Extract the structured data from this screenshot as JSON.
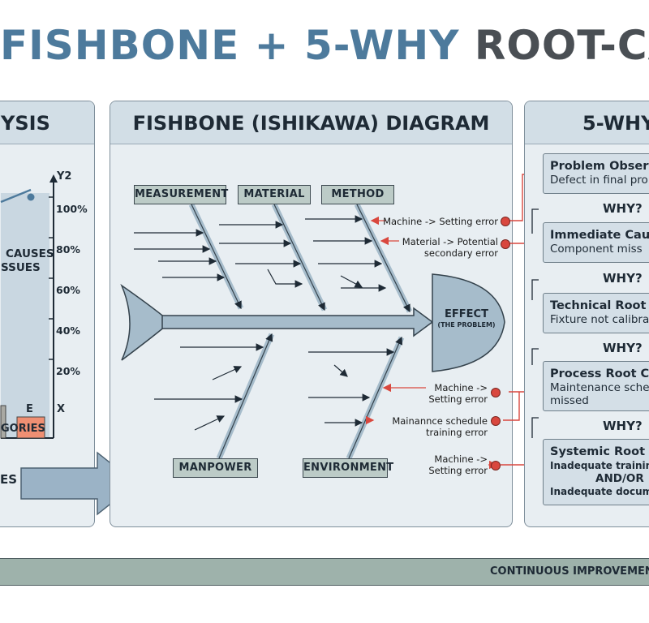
{
  "title": {
    "part1": "FISHBONE + 5-WHY ",
    "part2": "ROOT-CAUS"
  },
  "left_panel": {
    "header": "YSIS",
    "y2_label": "Y2",
    "y2_ticks": [
      "100%",
      "80%",
      "60%",
      "40%",
      "20%"
    ],
    "x_label": "X",
    "category_e": "E",
    "categories_label": "GORIES",
    "caption_line1": "CAUSES",
    "caption_line2": "SSUES",
    "arrow_text": "ES"
  },
  "fishbone": {
    "header": "FISHBONE (ISHIKAWA) DIAGRAM",
    "top_bones": [
      "MEASUREMENT",
      "MATERIAL",
      "METHOD"
    ],
    "bottom_bones": [
      "MANPOWER",
      "ENVIRONMENT"
    ],
    "effect_line1": "EFFECT",
    "effect_line2": "(THE PROBLEM)",
    "annotations": {
      "a1": "Machine -> Setting error",
      "a2_line1": "Material -> Potential",
      "a2_line2": "secondary error",
      "a3_line1": "Machine ->",
      "a3_line2": "Setting error",
      "a4_line1": "Mainannce schedule",
      "a4_line2": "training error",
      "a5_line1": "Machine ->",
      "a5_line2": "Setting error"
    }
  },
  "five_why": {
    "header": "5-WHY",
    "why_label": "WHY?",
    "boxes": [
      {
        "title": "Problem Observe",
        "lines": [
          "Defect in final pro"
        ]
      },
      {
        "title": "Immediate Caus",
        "lines": [
          "Component miss"
        ]
      },
      {
        "title": "Technical Root C",
        "lines": [
          "Fixture not calibra"
        ]
      },
      {
        "title": "Process Root Cau",
        "lines": [
          "Maintenance sche",
          "missed"
        ]
      },
      {
        "title": "Systemic Root Ca",
        "lines": [
          "Inadequate training",
          "AND/OR",
          "Inadequate docume"
        ]
      }
    ]
  },
  "footer": {
    "text": "CONTINUOUS IMPROVEMENT / I"
  },
  "colors": {
    "title_blue": "#4d7a9c",
    "title_gray": "#4a4f54",
    "bone_fill": "#bccbc7",
    "spine_fill": "#a6bccb",
    "accent_red": "#d9473e"
  }
}
